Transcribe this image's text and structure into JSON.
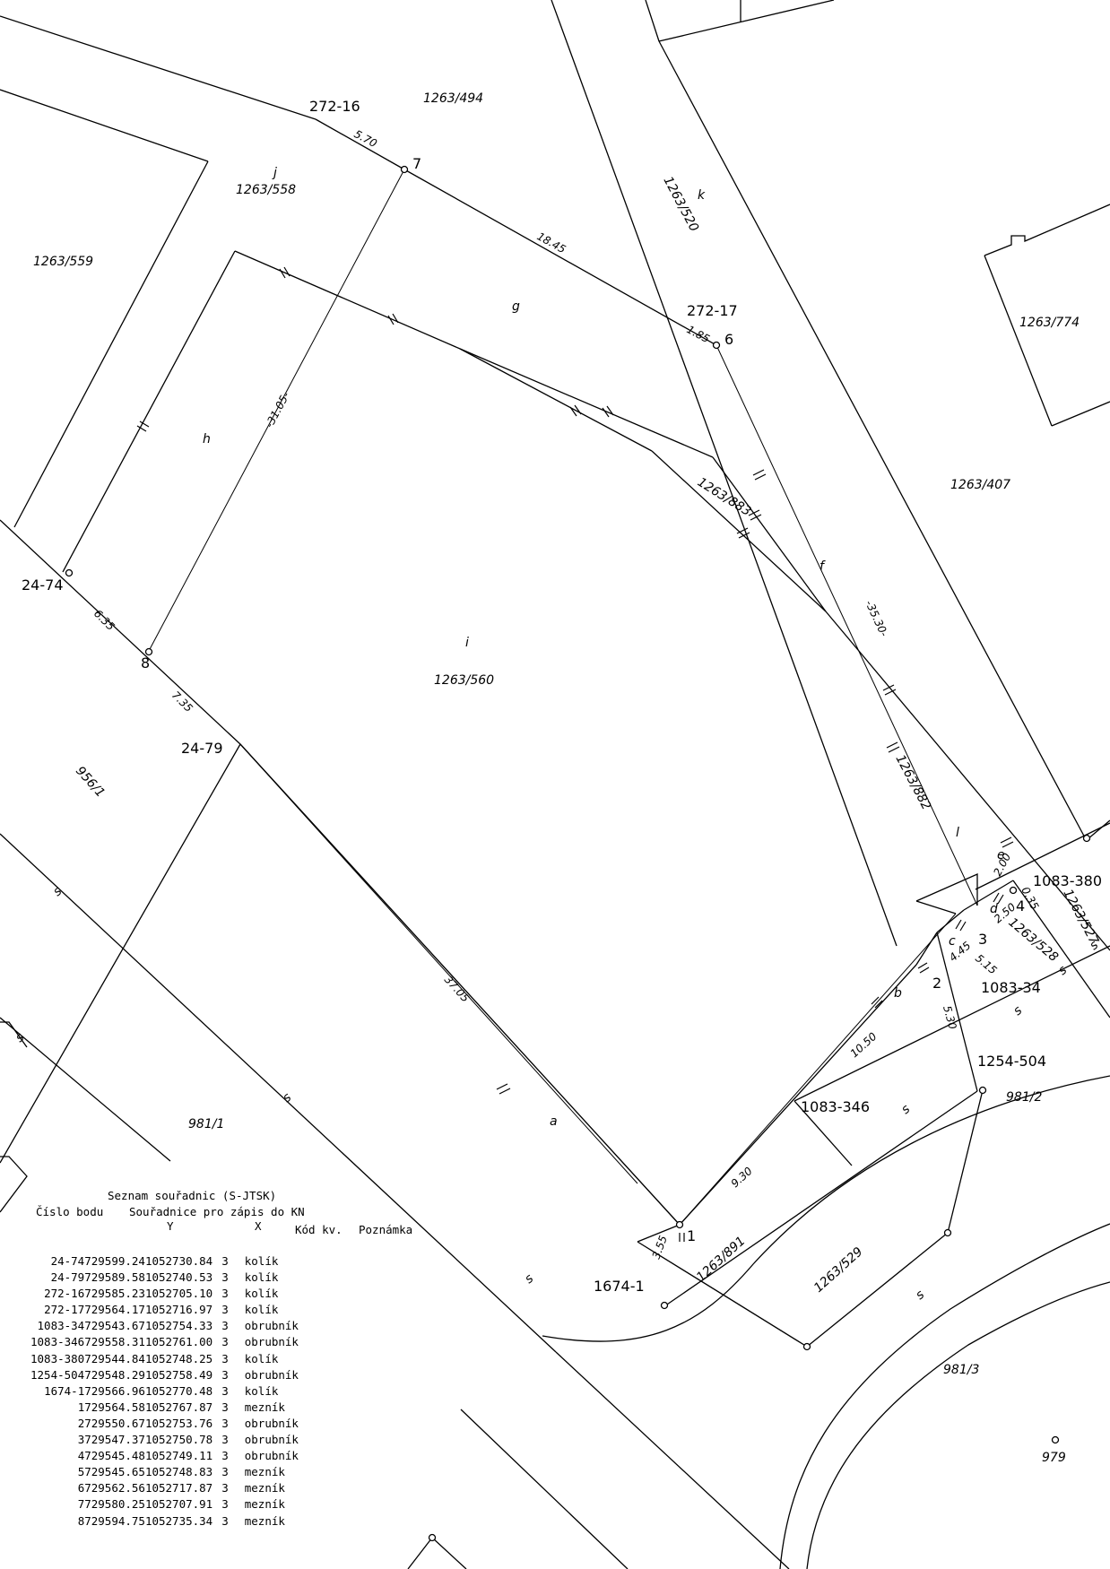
{
  "parcels": [
    {
      "label": "1263/494"
    },
    {
      "label": "1263/558"
    },
    {
      "label": "1263/559"
    },
    {
      "label": "1263/520"
    },
    {
      "label": "1263/774"
    },
    {
      "label": "1263/407"
    },
    {
      "label": "1263/883"
    },
    {
      "label": "1263/560"
    },
    {
      "label": "1263/882"
    },
    {
      "label": "956/1"
    },
    {
      "label": "1263/527"
    },
    {
      "label": "1263/528"
    },
    {
      "label": "981/2"
    },
    {
      "label": "981/1"
    },
    {
      "label": "1263/891"
    },
    {
      "label": "1263/529"
    },
    {
      "label": "981/3"
    },
    {
      "label": "979"
    }
  ],
  "point_labels": [
    {
      "label": "272-16"
    },
    {
      "label": "7"
    },
    {
      "label": "272-17"
    },
    {
      "label": "6"
    },
    {
      "label": "24-74"
    },
    {
      "label": "8"
    },
    {
      "label": "24-79"
    },
    {
      "label": "1083-380"
    },
    {
      "label": "4"
    },
    {
      "label": "3"
    },
    {
      "label": "2"
    },
    {
      "label": "1083-34"
    },
    {
      "label": "1254-504"
    },
    {
      "label": "1083-346"
    },
    {
      "label": "1"
    },
    {
      "label": "1674-1"
    }
  ],
  "part_letters": [
    "j",
    "k",
    "g",
    "h",
    "f",
    "i",
    "l",
    "e",
    "d",
    "c",
    "b",
    "a"
  ],
  "dimensions": [
    {
      "label": "5.70"
    },
    {
      "label": "18.45"
    },
    {
      "label": "1.85"
    },
    {
      "label": "-31.05-"
    },
    {
      "label": "-35.30-"
    },
    {
      "label": "6.35"
    },
    {
      "label": "7.35"
    },
    {
      "label": "37.05"
    },
    {
      "label": "2.00"
    },
    {
      "label": "0.35"
    },
    {
      "label": "2.50"
    },
    {
      "label": "4.45"
    },
    {
      "label": "5.15"
    },
    {
      "label": "5.30"
    },
    {
      "label": "10.50"
    },
    {
      "label": "9.30"
    },
    {
      "label": "3.55"
    }
  ],
  "coord_table": {
    "title": "Seznam souřadnic (S-JTSK)",
    "header_col1": "Číslo bodu",
    "header_coord": "Souřadnice pro zápis do KN",
    "header_y": "Y",
    "header_x": "X",
    "header_kod": "Kód kv.",
    "header_note": "Poznámka",
    "rows": [
      {
        "id": "24-74",
        "y": "729599.24",
        "x": "1052730.84",
        "kod": "3",
        "note": "kolík"
      },
      {
        "id": "24-79",
        "y": "729589.58",
        "x": "1052740.53",
        "kod": "3",
        "note": "kolík"
      },
      {
        "id": "272-16",
        "y": "729585.23",
        "x": "1052705.10",
        "kod": "3",
        "note": "kolík"
      },
      {
        "id": "272-17",
        "y": "729564.17",
        "x": "1052716.97",
        "kod": "3",
        "note": "kolík"
      },
      {
        "id": "1083-34",
        "y": "729543.67",
        "x": "1052754.33",
        "kod": "3",
        "note": "obrubník"
      },
      {
        "id": "1083-346",
        "y": "729558.31",
        "x": "1052761.00",
        "kod": "3",
        "note": "obrubník"
      },
      {
        "id": "1083-380",
        "y": "729544.84",
        "x": "1052748.25",
        "kod": "3",
        "note": "kolík"
      },
      {
        "id": "1254-504",
        "y": "729548.29",
        "x": "1052758.49",
        "kod": "3",
        "note": "obrubník"
      },
      {
        "id": "1674-1",
        "y": "729566.96",
        "x": "1052770.48",
        "kod": "3",
        "note": "kolík"
      },
      {
        "id": "1",
        "y": "729564.58",
        "x": "1052767.87",
        "kod": "3",
        "note": "mezník"
      },
      {
        "id": "2",
        "y": "729550.67",
        "x": "1052753.76",
        "kod": "3",
        "note": "obrubník"
      },
      {
        "id": "3",
        "y": "729547.37",
        "x": "1052750.78",
        "kod": "3",
        "note": "obrubník"
      },
      {
        "id": "4",
        "y": "729545.48",
        "x": "1052749.11",
        "kod": "3",
        "note": "obrubník"
      },
      {
        "id": "5",
        "y": "729545.65",
        "x": "1052748.83",
        "kod": "3",
        "note": "mezník"
      },
      {
        "id": "6",
        "y": "729562.56",
        "x": "1052717.87",
        "kod": "3",
        "note": "mezník"
      },
      {
        "id": "7",
        "y": "729580.25",
        "x": "1052707.91",
        "kod": "3",
        "note": "mezník"
      },
      {
        "id": "8",
        "y": "729594.75",
        "x": "1052735.34",
        "kod": "3",
        "note": "mezník"
      }
    ]
  }
}
